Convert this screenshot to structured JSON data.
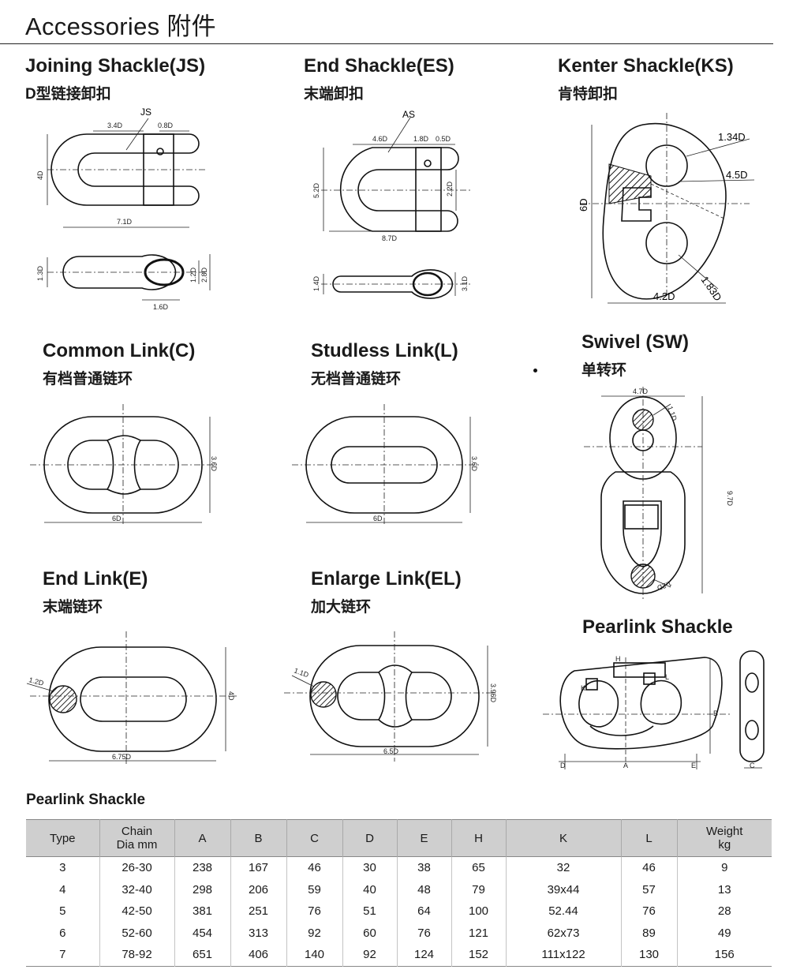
{
  "header": {
    "title": "Accessories 附件"
  },
  "items": [
    {
      "id": "JS",
      "title": "Joining Shackle(JS)",
      "subtitle": "D型链接卸扣",
      "labels": {
        "tag": "JS",
        "a": "3.4D",
        "b": "0.8D",
        "h": "4D",
        "len": "7.1D",
        "t1": "1.3D",
        "t2": "1.2D",
        "t3": "2.8D",
        "t4": "1.6D"
      }
    },
    {
      "id": "ES",
      "title": "End Shackle(ES)",
      "subtitle": "末端卸扣",
      "labels": {
        "tag": "AS",
        "a": "4.6D",
        "b": "1.8D",
        "c": "0.5D",
        "h": "5.2D",
        "w": "2.2D",
        "len": "8.7D",
        "t1": "1.4D",
        "t2": "3.1D"
      }
    },
    {
      "id": "KS",
      "title": "Kenter Shackle(KS)",
      "subtitle": "肯特卸扣",
      "labels": {
        "a": "1.34D",
        "b": "4.5D",
        "h": "6D",
        "c": "1.83D",
        "w": "4.2D"
      }
    },
    {
      "id": "C",
      "title": "Common Link(C)",
      "subtitle": "有档普通链环",
      "labels": {
        "w": "6D",
        "h": "3.6D"
      }
    },
    {
      "id": "L",
      "title": "Studless Link(L)",
      "subtitle": "无档普通链环",
      "labels": {
        "w": "6D",
        "h": "3.6D"
      }
    },
    {
      "id": "SW",
      "title": "Swivel (SW)",
      "subtitle": "单转环",
      "labels": {
        "w": "4.7D",
        "h": "9.7D",
        "a": "1.1D",
        "b": "1.2D"
      }
    },
    {
      "id": "E",
      "title": "End Link(E)",
      "subtitle": "末端链环",
      "labels": {
        "d": "1.2D",
        "w": "6.75D",
        "h": "4D"
      }
    },
    {
      "id": "EL",
      "title": "Enlarge Link(EL)",
      "subtitle": "加大链环",
      "labels": {
        "d": "1.1D",
        "w": "6.5D",
        "h": "3.96D"
      }
    },
    {
      "id": "PL",
      "title": "Pearlink Shackle",
      "subtitle": "",
      "labels": {
        "H": "H",
        "K": "K",
        "L": "L",
        "B": "B",
        "D": "D",
        "A": "A",
        "E": "E",
        "C": "C"
      }
    }
  ],
  "table": {
    "title": "Pearlink Shackle",
    "headers": [
      {
        "l1": "Type",
        "l2": ""
      },
      {
        "l1": "Chain",
        "l2": "Dia mm"
      },
      {
        "l1": "A",
        "l2": ""
      },
      {
        "l1": "B",
        "l2": ""
      },
      {
        "l1": "C",
        "l2": ""
      },
      {
        "l1": "D",
        "l2": ""
      },
      {
        "l1": "E",
        "l2": ""
      },
      {
        "l1": "H",
        "l2": ""
      },
      {
        "l1": "K",
        "l2": ""
      },
      {
        "l1": "L",
        "l2": ""
      },
      {
        "l1": "Weight",
        "l2": "kg"
      }
    ],
    "rows": [
      [
        "3",
        "26-30",
        "238",
        "167",
        "46",
        "30",
        "38",
        "65",
        "32",
        "46",
        "9"
      ],
      [
        "4",
        "32-40",
        "298",
        "206",
        "59",
        "40",
        "48",
        "79",
        "39x44",
        "57",
        "13"
      ],
      [
        "5",
        "42-50",
        "381",
        "251",
        "76",
        "51",
        "64",
        "100",
        "52.44",
        "76",
        "28"
      ],
      [
        "6",
        "52-60",
        "454",
        "313",
        "92",
        "60",
        "76",
        "121",
        "62x73",
        "89",
        "49"
      ],
      [
        "7",
        "78-92",
        "651",
        "406",
        "140",
        "92",
        "124",
        "152",
        "111x122",
        "130",
        "156"
      ]
    ]
  }
}
